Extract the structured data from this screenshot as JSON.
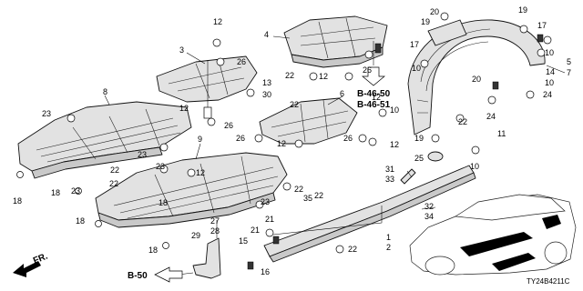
{
  "diagram": {
    "part_code": "TY24B4211C",
    "refs": {
      "b4650": "B-46-50",
      "b4651": "B-46-51",
      "b50": "B-50",
      "fr": "FR."
    },
    "callouts": {
      "c1": "1",
      "c2": "2",
      "c3": "3",
      "c4": "4",
      "c5": "5",
      "c6": "6",
      "c7": "7",
      "c8": "8",
      "c9": "9",
      "c10a": "10",
      "c10b": "10",
      "c10c": "10",
      "c11": "11",
      "c12a": "12",
      "c12b": "12",
      "c12c": "12",
      "c12d": "12",
      "c12e": "12",
      "c12f": "12",
      "c12g": "12",
      "c13": "13",
      "c14": "14",
      "c15": "15",
      "c16": "16",
      "c17a": "17",
      "c17b": "17",
      "c18a": "18",
      "c18b": "18",
      "c18c": "18",
      "c18d": "18",
      "c18e": "18",
      "c19a": "19",
      "c19b": "19",
      "c19c": "19",
      "c20a": "20",
      "c20b": "20",
      "c21": "21",
      "c22a": "22",
      "c22b": "22",
      "c22c": "22",
      "c22d": "22",
      "c22e": "22",
      "c22f": "22",
      "c22g": "22",
      "c22h": "22",
      "c23a": "23",
      "c23b": "23",
      "c23c": "23",
      "c23d": "23",
      "c23e": "23",
      "c24": "24",
      "c25": "25",
      "c26a": "26",
      "c26b": "26",
      "c26c": "26",
      "c26d": "26",
      "c26e": "26",
      "c27": "27",
      "c28": "28",
      "c29": "29",
      "c30": "30",
      "c31": "31",
      "c32": "32",
      "c33": "33",
      "c34": "34",
      "c35": "35"
    }
  }
}
